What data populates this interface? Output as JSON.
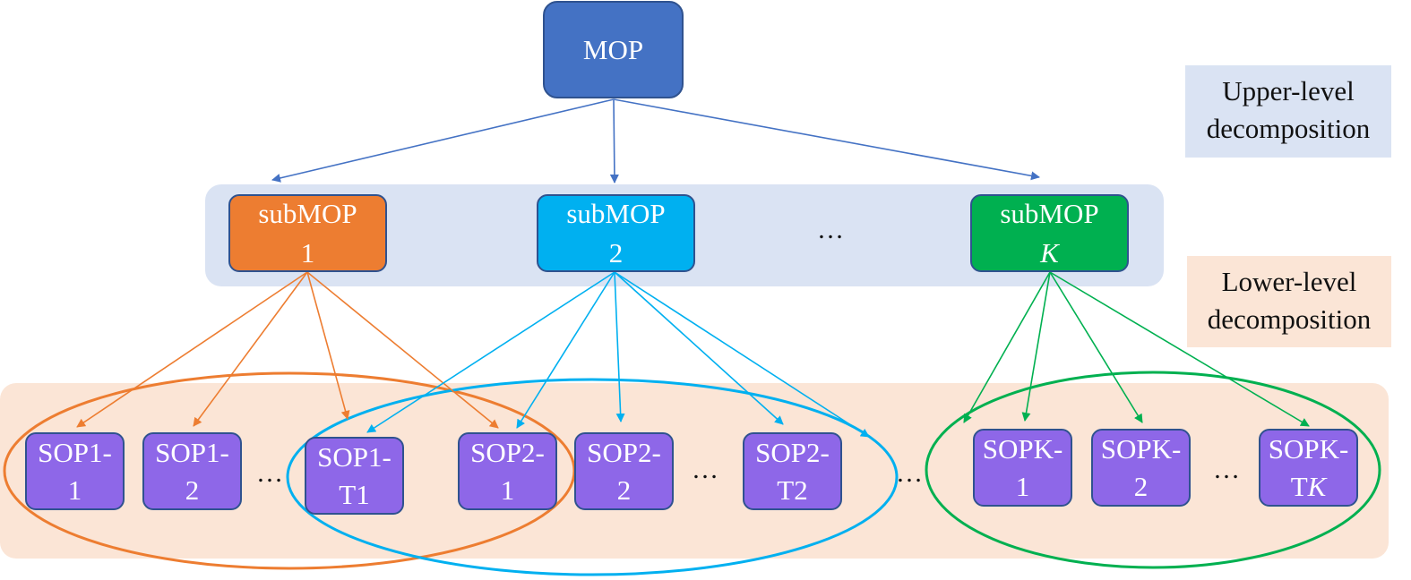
{
  "root": {
    "label": "MOP"
  },
  "legend": {
    "upper": [
      "Upper-level",
      "decomposition"
    ],
    "lower": [
      "Lower-level",
      "decomposition"
    ]
  },
  "submops": [
    {
      "line1": "subMOP",
      "line2": "1",
      "color": "#ed7d31"
    },
    {
      "line1": "subMOP",
      "line2": "2",
      "color": "#00b0f0"
    },
    {
      "line1": "subMOP",
      "line2": "K",
      "color": "#00b050"
    }
  ],
  "sops": [
    {
      "line1": "SOP1-",
      "line2": "1"
    },
    {
      "line1": "SOP1-",
      "line2": "2"
    },
    {
      "line1": "SOP1-",
      "line2": "T1"
    },
    {
      "line1": "SOP2-",
      "line2": "1"
    },
    {
      "line1": "SOP2-",
      "line2": "2"
    },
    {
      "line1": "SOP2-",
      "line2": "T2"
    },
    {
      "line1": "SOPK-",
      "line2": "1"
    },
    {
      "line1": "SOPK-",
      "line2": "2"
    },
    {
      "line1": "SOPK-",
      "line2": "TK"
    }
  ],
  "ellipsis": "…",
  "colors": {
    "root_fill": "#4472c4",
    "node_border": "#2f528f",
    "sop_fill": "#8e67e8",
    "upper_band": "#dae3f3",
    "lower_band": "#fbe5d6",
    "root_arrow": "#4472c4",
    "group1": "#ed7d31",
    "group2": "#00b0f0",
    "groupK": "#00b050"
  }
}
